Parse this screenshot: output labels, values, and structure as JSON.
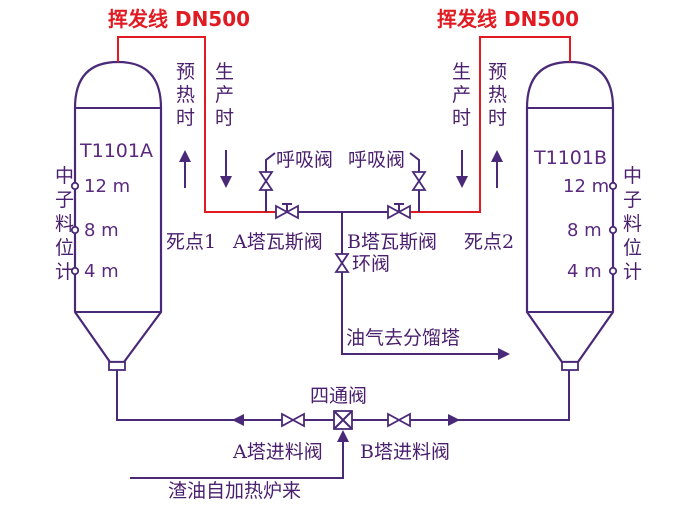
{
  "labels": {
    "vapor_left": "挥发线 DN500",
    "vapor_right": "挥发线 DN500",
    "tank_a": "T1101A",
    "tank_b": "T1101B",
    "preheat": "预热时",
    "production": "生产时",
    "breather_left": "呼吸阀",
    "breather_right": "呼吸阀",
    "dead_point_1": "死点1",
    "dead_point_2": "死点2",
    "gas_valve_a": "A塔瓦斯阀",
    "gas_valve_b": "B塔瓦斯阀",
    "ring_valve": "环阀",
    "oil_gas_out": "油气去分馏塔",
    "four_way_valve": "四通阀",
    "inlet_valve_a": "A塔进料阀",
    "inlet_valve_b": "B塔进料阀",
    "residue_in": "渣油自加热炉来",
    "level_meter": "中子料位计",
    "level_12": "12 m",
    "level_8": "8 m",
    "level_4": "4 m"
  },
  "colors": {
    "line": "#4a2a78",
    "vapor_line": "#e11b22",
    "text": "#4a1f6e"
  }
}
